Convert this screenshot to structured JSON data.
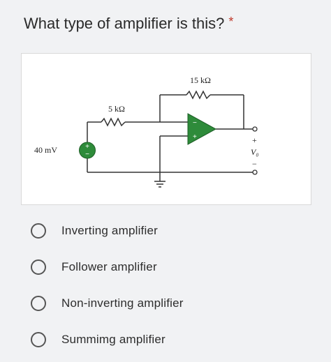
{
  "question": {
    "text": "What type of amplifier is this?",
    "required_mark": "*"
  },
  "circuit": {
    "source_label": "40 mV",
    "input_resistor_label": "5 kΩ",
    "feedback_resistor_label": "15 kΩ",
    "output_plus": "+",
    "output_label": "V₀",
    "output_minus": "−",
    "opamp_minus": "−",
    "opamp_plus": "+",
    "source_plus": "+",
    "source_minus": "−",
    "accent_color": "#2e8b3a"
  },
  "options": [
    {
      "label": "Inverting amplifier"
    },
    {
      "label": "Follower amplifier"
    },
    {
      "label": "Non-inverting amplifier"
    },
    {
      "label": "Summimg amplifier"
    }
  ]
}
